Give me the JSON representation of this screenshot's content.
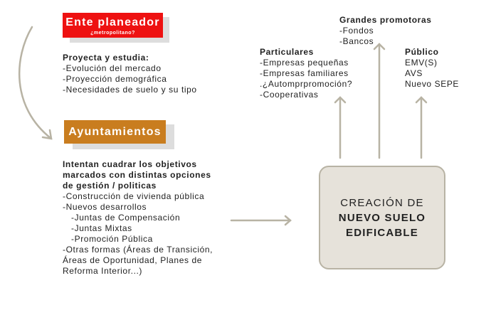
{
  "ente": {
    "title": "Ente planeador",
    "subtitle": "¿metropolitano?",
    "color": "#ee1111"
  },
  "ente_text": {
    "heading": "Proyecta y estudia:",
    "items": [
      "-Evolución del mercado",
      "-Proyección demográfica",
      "-Necesidades de suelo y su tipo"
    ]
  },
  "ayunt": {
    "title": "Ayuntamientos",
    "color": "#c97d1f"
  },
  "ayunt_text": {
    "heading": [
      "Intentan cuadrar los objetivos",
      "marcados con distintas opciones",
      "de gestión / politicas"
    ],
    "items": [
      "-Construcción de vivienda pública",
      "-Nuevos desarrollos",
      "-Juntas de Compensación",
      "-Juntas Mixtas",
      "-Promoción Pública",
      "-Otras formas (Áreas de Transición,",
      "Áreas de Oportunidad, Planes de",
      "Reforma Interior...)"
    ]
  },
  "grandes": {
    "heading": "Grandes promotoras",
    "items": [
      "-Fondos",
      "-Bancos"
    ]
  },
  "particulares": {
    "heading": "Particulares",
    "items": [
      "-Empresas pequeñas",
      "-Empresas familiares",
      ".¿Automprpromoción?",
      "-Cooperativas"
    ]
  },
  "publico": {
    "heading": "Público",
    "items": [
      "EMV(S)",
      "AVS",
      "Nuevo SEPE"
    ]
  },
  "center": {
    "line1": "CREACIÓN DE",
    "line2": "NUEVO SUELO",
    "line3": "EDIFICABLE",
    "fill": "#e6e2da"
  },
  "arrow_color": "#b8b3a4"
}
